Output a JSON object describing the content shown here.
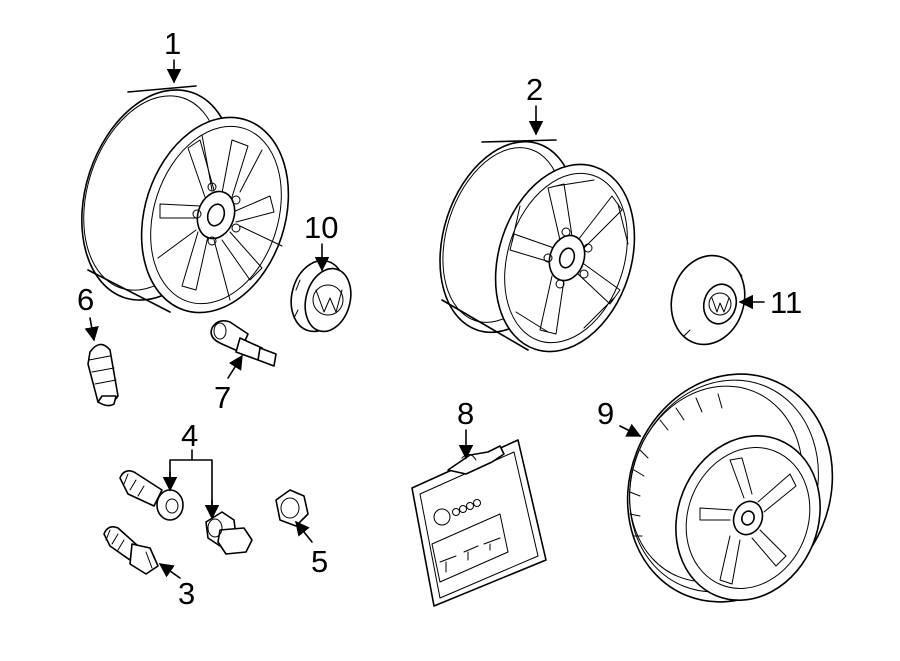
{
  "callouts": {
    "c1": "1",
    "c2": "2",
    "c3": "3",
    "c4": "4",
    "c5": "5",
    "c6": "6",
    "c7": "7",
    "c8": "8",
    "c9": "9",
    "c10": "10",
    "c11": "11"
  },
  "icons": {
    "wheel_1": "alloy-wheel-icon",
    "wheel_2": "alloy-wheel-icon",
    "tire_9": "tire-wheel-assembly-icon",
    "kit_8": "wheel-lock-kit-package-icon",
    "center_cap_10": "center-cap-icon",
    "hub_cap_11": "hub-cap-icon"
  }
}
